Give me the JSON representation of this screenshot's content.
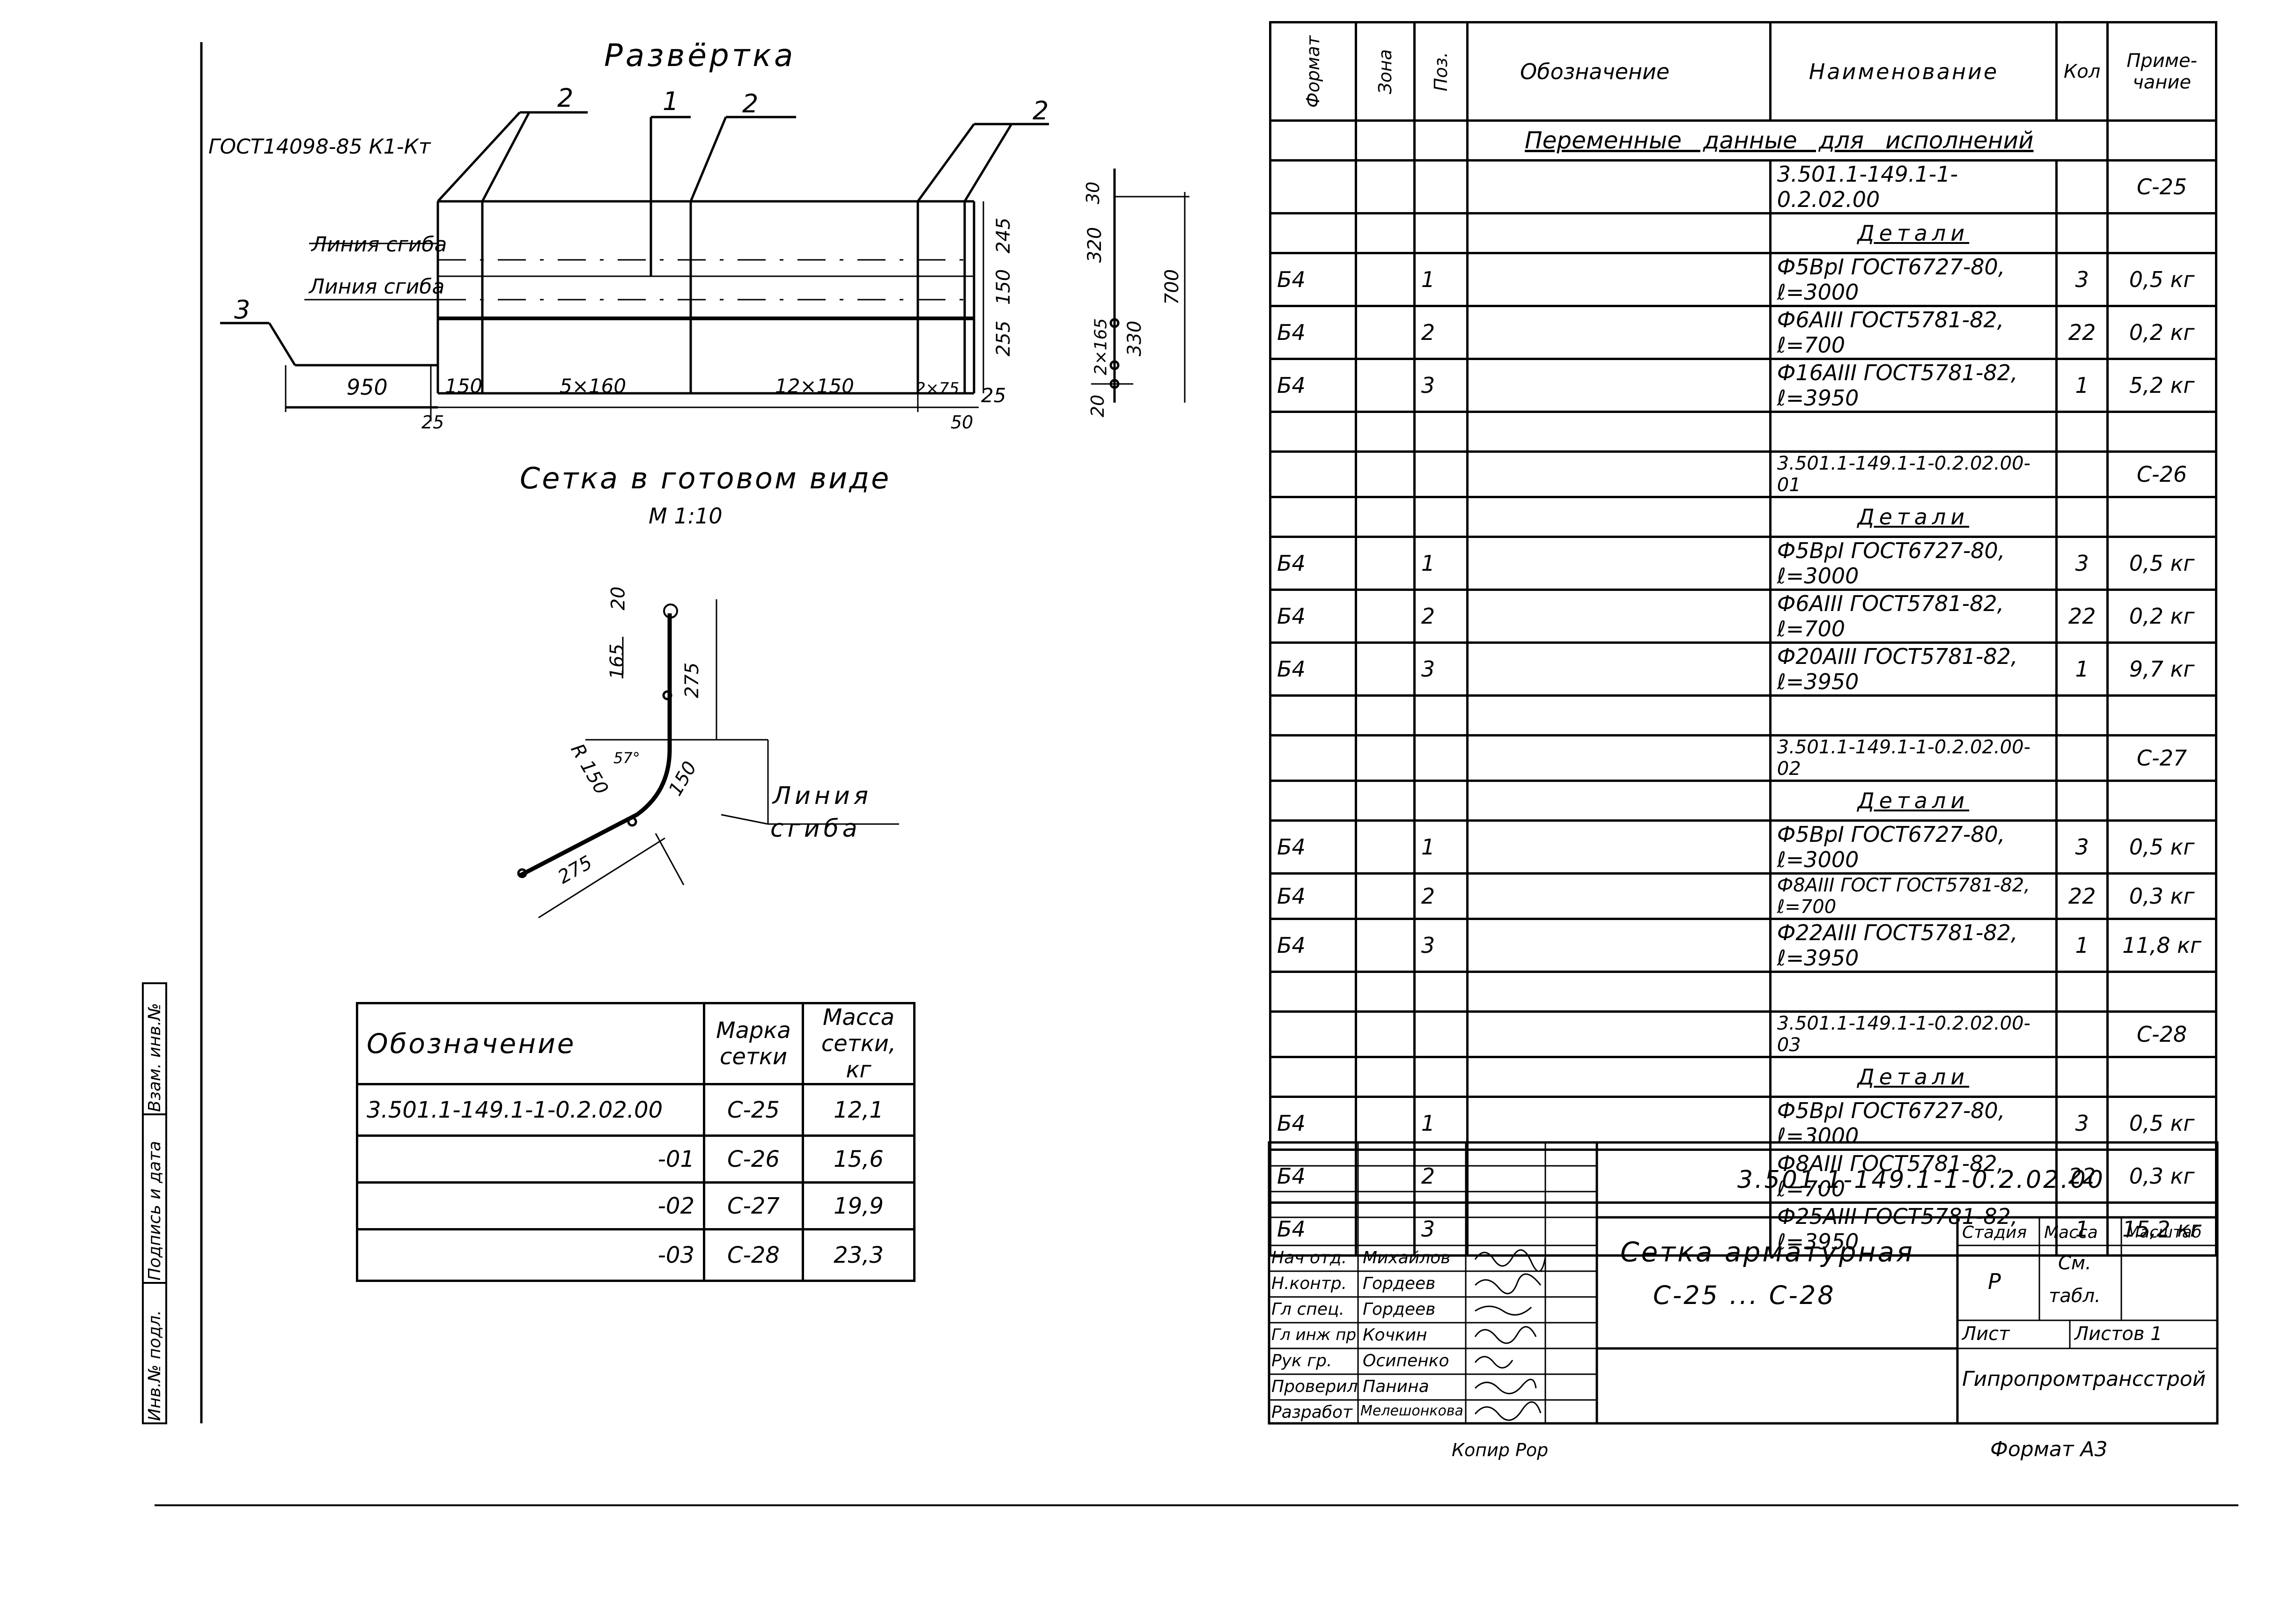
{
  "drawing": {
    "razvertka_title": "Развёртка",
    "gost_note": "ГОСТ14098-85 К1-Кт",
    "bend_line": "Линия сгиба",
    "positions": [
      "1",
      "2",
      "2",
      "2",
      "3"
    ],
    "dims_bottom": [
      "950",
      "150",
      "5×160",
      "12×150",
      "2×75",
      "25"
    ],
    "dims_bottom_2": [
      "25",
      "50"
    ],
    "dims_right": [
      "30",
      "245",
      "150",
      "255",
      "320",
      "330",
      "2×165",
      "20",
      "700"
    ],
    "finished_title": "Сетка в готовом виде",
    "scale": "М 1:10",
    "section_dims": [
      "20",
      "165",
      "275",
      "150",
      "R 150",
      "57°",
      "275"
    ],
    "section_bend_label_1": "Линия",
    "section_bend_label_2": "сгиба"
  },
  "mass_table": {
    "headers": [
      "Обозначение",
      "Марка сетки",
      "Масса сетки, кг"
    ],
    "rows": [
      [
        "3.501.1-149.1-1-0.2.02.00",
        "С-25",
        "12,1"
      ],
      [
        "-01",
        "С-26",
        "15,6"
      ],
      [
        "-02",
        "С-27",
        "19,9"
      ],
      [
        "-03",
        "С-28",
        "23,3"
      ]
    ]
  },
  "side_stamp": [
    "Инв.№ подл.",
    "Подпись и дата",
    "Взам. инв.№"
  ],
  "spec": {
    "headers": [
      "Формат",
      "Зона",
      "Поз.",
      "Обозначение",
      "Наименование",
      "Кол",
      "Приме-чание"
    ],
    "variable_data": "Переменные данные для исполнений",
    "groups": [
      {
        "doc": "3.501.1-149.1-1-0.2.02.00",
        "note": "С-25",
        "section": "Детали",
        "items": [
          [
            "Б4",
            "1",
            "Ф5ВрI ГОСТ6727-80, ℓ=3000",
            "3",
            "0,5 кг"
          ],
          [
            "Б4",
            "2",
            "Ф6АIII ГОСТ5781-82, ℓ=700",
            "22",
            "0,2 кг"
          ],
          [
            "Б4",
            "3",
            "Ф16АIII ГОСТ5781-82, ℓ=3950",
            "1",
            "5,2 кг"
          ]
        ]
      },
      {
        "doc": "3.501.1-149.1-1-0.2.02.00-01",
        "note": "С-26",
        "section": "Детали",
        "items": [
          [
            "Б4",
            "1",
            "Ф5ВрI ГОСТ6727-80, ℓ=3000",
            "3",
            "0,5 кг"
          ],
          [
            "Б4",
            "2",
            "Ф6АIII ГОСТ5781-82, ℓ=700",
            "22",
            "0,2 кг"
          ],
          [
            "Б4",
            "3",
            "Ф20АIII ГОСТ5781-82, ℓ=3950",
            "1",
            "9,7 кг"
          ]
        ]
      },
      {
        "doc": "3.501.1-149.1-1-0.2.02.00-02",
        "note": "С-27",
        "section": "Детали",
        "items": [
          [
            "Б4",
            "1",
            "Ф5ВрI ГОСТ6727-80, ℓ=3000",
            "3",
            "0,5 кг"
          ],
          [
            "Б4",
            "2",
            "Ф8АIII ГОСТ ГОСТ5781-82, ℓ=700",
            "22",
            "0,3 кг"
          ],
          [
            "Б4",
            "3",
            "Ф22АIII ГОСТ5781-82, ℓ=3950",
            "1",
            "11,8 кг"
          ]
        ]
      },
      {
        "doc": "3.501.1-149.1-1-0.2.02.00-03",
        "note": "С-28",
        "section": "Детали",
        "items": [
          [
            "Б4",
            "1",
            "Ф5ВрI ГОСТ6727-80, ℓ=3000",
            "3",
            "0,5 кг"
          ],
          [
            "Б4",
            "2",
            "Ф8АIII ГОСТ5781-82, ℓ=700",
            "22",
            "0,3 кг"
          ],
          [
            "Б4",
            "3",
            "Ф25АIII ГОСТ5781-82, ℓ=3950",
            "1",
            "15,2 кг"
          ]
        ]
      }
    ]
  },
  "title_block": {
    "doc_code": "3.501.1-149.1-1-0.2.02.00",
    "name_1": "Сетка арматурная",
    "name_2": "С-25 ... С-28",
    "stage_h": "Стадия",
    "mass_h": "Масса",
    "scale_h": "Масштаб",
    "stage": "Р",
    "mass_1": "См.",
    "mass_2": "табл.",
    "sheet_h": "Лист",
    "sheets_h": "Листов 1",
    "org": "Гипропромтрансстрой",
    "staff": [
      [
        "Нач отд.",
        "Михайлов"
      ],
      [
        "Н.контр.",
        "Гордеев"
      ],
      [
        "Гл спец.",
        "Гордеев"
      ],
      [
        "Гл инж пр",
        "Кочкин"
      ],
      [
        "Рук гр.",
        "Осипенко"
      ],
      [
        "Проверил",
        "Панина"
      ],
      [
        "Разработ",
        "Мелешонкова"
      ]
    ]
  },
  "footer": {
    "copied": "Копир Рор",
    "format": "Формат А3"
  }
}
